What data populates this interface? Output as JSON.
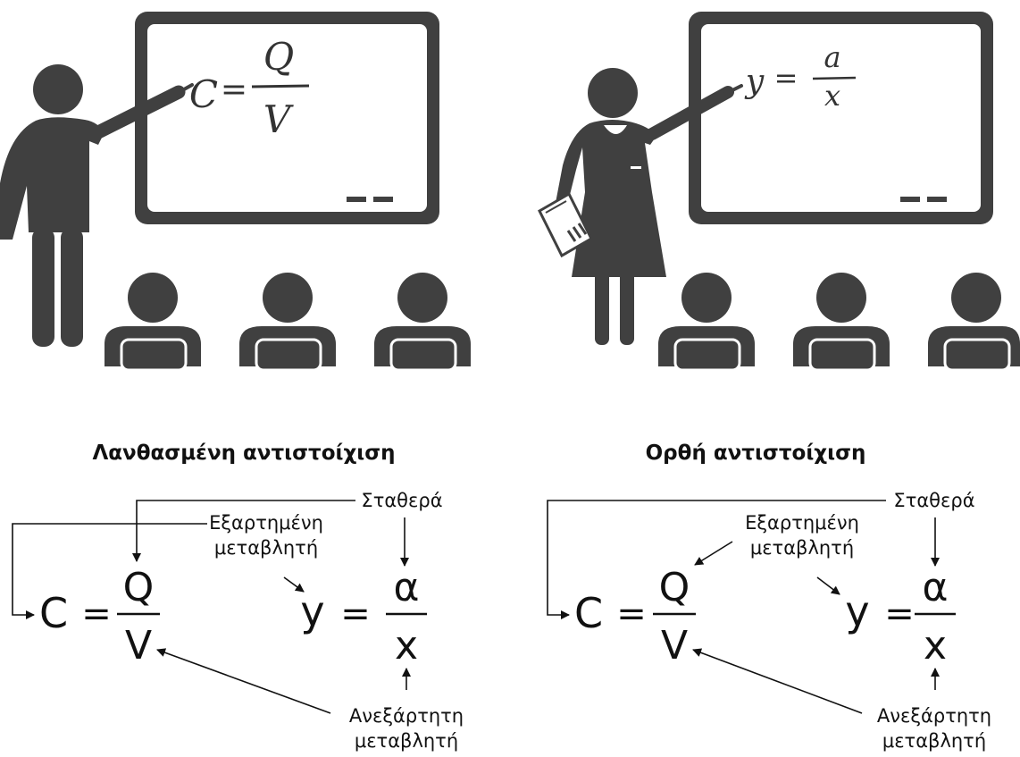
{
  "colors": {
    "figure": "#404040",
    "ink": "#111111",
    "background": "#ffffff"
  },
  "icons": [
    "teacher-man-icon",
    "teacher-woman-icon",
    "blackboard-icon",
    "student-icon",
    "clipboard-icon",
    "arrow-icon"
  ],
  "left_panel": {
    "board": {
      "lhs": "C",
      "eq": "=",
      "num": "Q",
      "den": "V"
    },
    "title": "Λανθασμένη αντιστοίχιση",
    "formula1": {
      "lhs": "C",
      "eq": "=",
      "num": "Q",
      "den": "V"
    },
    "formula2": {
      "lhs": "y",
      "eq": "=",
      "num": "α",
      "den": "x"
    },
    "labels": {
      "constant": "Σταθερά",
      "dependent_line1": "Εξαρτημένη",
      "dependent_line2": "μεταβλητή",
      "independent_line1": "Ανεξάρτητη",
      "independent_line2": "μεταβλητή"
    }
  },
  "right_panel": {
    "board": {
      "lhs": "y",
      "eq": "=",
      "num": "a",
      "den": "x"
    },
    "title": "Ορθή αντιστοίχιση",
    "formula1": {
      "lhs": "C",
      "eq": "=",
      "num": "Q",
      "den": "V"
    },
    "formula2": {
      "lhs": "y",
      "eq": "=",
      "num": "α",
      "den": "x"
    },
    "labels": {
      "constant": "Σταθερά",
      "dependent_line1": "Εξαρτημένη",
      "dependent_line2": "μεταβλητή",
      "independent_line1": "Ανεξάρτητη",
      "independent_line2": "μεταβλητή"
    }
  }
}
